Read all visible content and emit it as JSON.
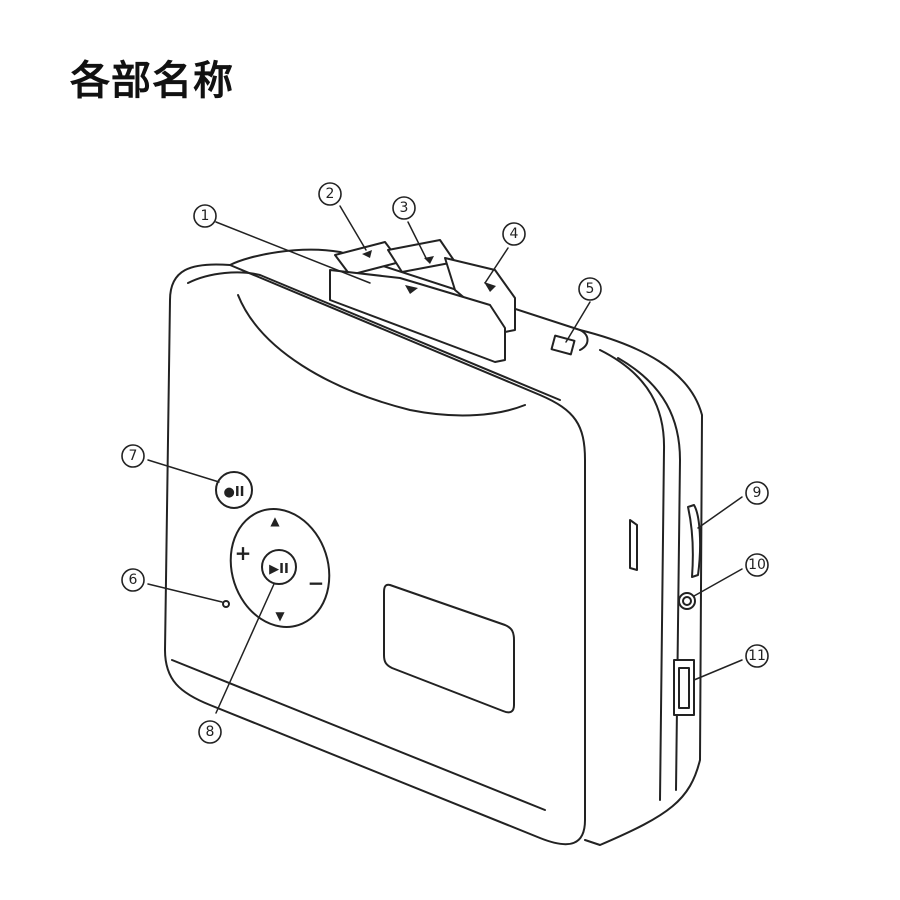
{
  "title": "各部名称",
  "callouts": [
    {
      "id": "1",
      "label": "1"
    },
    {
      "id": "2",
      "label": "2"
    },
    {
      "id": "3",
      "label": "3"
    },
    {
      "id": "4",
      "label": "4"
    },
    {
      "id": "5",
      "label": "5"
    },
    {
      "id": "6",
      "label": "6"
    },
    {
      "id": "7",
      "label": "7"
    },
    {
      "id": "8",
      "label": "8"
    },
    {
      "id": "9",
      "label": "9"
    },
    {
      "id": "10",
      "label": "10"
    },
    {
      "id": "11",
      "label": "11"
    }
  ],
  "buttons": {
    "record": "●II",
    "play_pause": "▶II",
    "up": "▲",
    "down": "▼",
    "plus": "+",
    "minus": "−"
  },
  "colors": {
    "stroke": "#222222",
    "fill": "#ffffff",
    "accent": "#dddddd"
  }
}
